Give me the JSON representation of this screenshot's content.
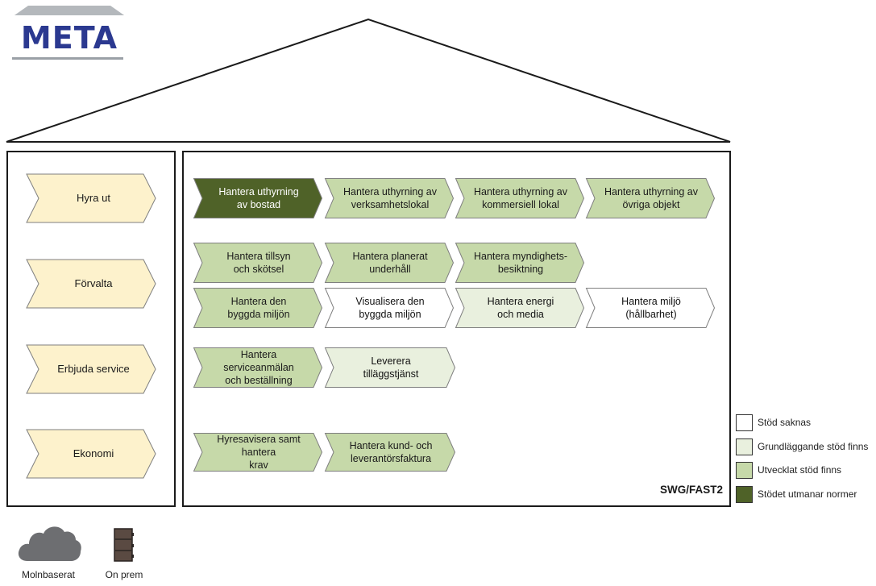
{
  "logo": {
    "text": "META"
  },
  "platform_label": "SWG/FAST2",
  "colors": {
    "none": "#ffffff",
    "basic": "#e9f0de",
    "developed": "#c6d9a9",
    "dark": "#4f6228",
    "category": "#fdf2cc",
    "stroke": "#7f7f7f"
  },
  "categories": [
    {
      "label": "Hyra ut"
    },
    {
      "label": "Förvalta"
    },
    {
      "label": "Erbjuda service"
    },
    {
      "label": "Ekonomi"
    }
  ],
  "processes": [
    {
      "label": "Hantera uthyrning\nav bostad",
      "level": "dark"
    },
    {
      "label": "Hantera uthyrning av\nverksamhetslokal",
      "level": "developed"
    },
    {
      "label": "Hantera uthyrning av\nkommersiell lokal",
      "level": "developed"
    },
    {
      "label": "Hantera uthyrning av\növriga objekt",
      "level": "developed"
    },
    {
      "label": "Hantera tillsyn\noch skötsel",
      "level": "developed"
    },
    {
      "label": "Hantera planerat\nunderhåll",
      "level": "developed"
    },
    {
      "label": "Hantera myndighets-\nbesiktning",
      "level": "developed"
    },
    {
      "label": "Hantera den\nbyggda miljön",
      "level": "developed"
    },
    {
      "label": "Visualisera den\nbyggda miljön",
      "level": "none"
    },
    {
      "label": "Hantera energi\noch media",
      "level": "basic"
    },
    {
      "label": "Hantera miljö\n(hållbarhet)",
      "level": "none"
    },
    {
      "label": "Hantera serviceanmälan\noch beställning",
      "level": "developed"
    },
    {
      "label": "Leverera\ntilläggstjänst",
      "level": "basic"
    },
    {
      "label": "Hyresavisera samt hantera\nkrav",
      "level": "developed"
    },
    {
      "label": "Hantera kund- och\nleverantörsfaktura",
      "level": "developed"
    }
  ],
  "legend": [
    {
      "label": "Stöd saknas",
      "level": "none"
    },
    {
      "label": "Grundläggande stöd finns",
      "level": "basic"
    },
    {
      "label": "Utvecklat stöd finns",
      "level": "developed"
    },
    {
      "label": "Stödet utmanar normer",
      "level": "dark"
    }
  ],
  "deployment_icons": [
    {
      "label": "Molnbaserat",
      "icon": "cloud-icon"
    },
    {
      "label": "On prem",
      "icon": "server-icon"
    }
  ]
}
